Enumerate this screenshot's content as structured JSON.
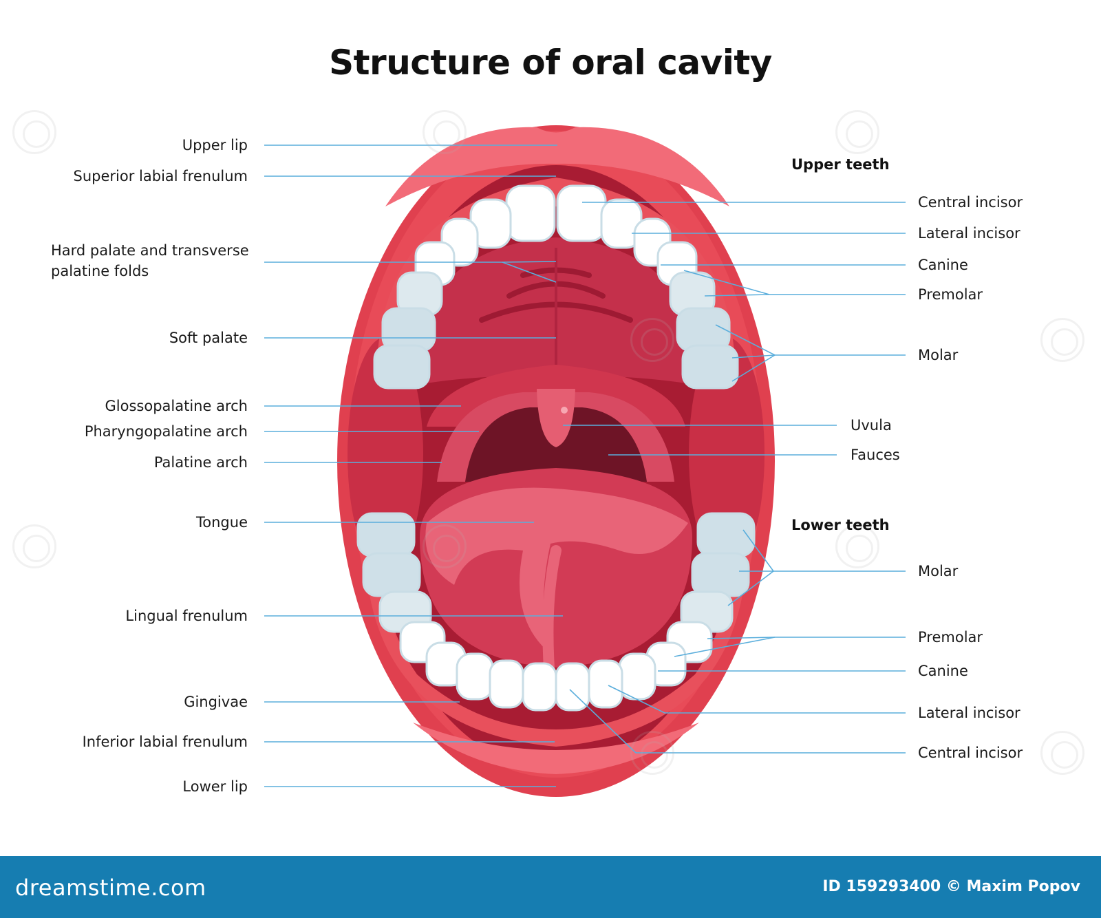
{
  "title": "Structure of oral cavity",
  "left_labels": {
    "upper_lip": "Upper lip",
    "superior_labial_frenulum": "Superior labial frenulum",
    "hard_palate_line1": "Hard palate and transverse",
    "hard_palate_line2": "palatine folds",
    "soft_palate": "Soft palate",
    "glossopalatine_arch": "Glossopalatine arch",
    "pharyngopalatine_arch": "Pharyngopalatine arch",
    "palatine_arch": "Palatine arch",
    "tongue": "Tongue",
    "lingual_frenulum": "Lingual frenulum",
    "gingivae": "Gingivae",
    "inferior_labial_frenulum": "Inferior labial frenulum",
    "lower_lip": "Lower lip"
  },
  "upper_teeth": {
    "heading": "Upper teeth",
    "central_incisor": "Central incisor",
    "lateral_incisor": "Lateral incisor",
    "canine": "Canine",
    "premolar": "Premolar",
    "molar": "Molar"
  },
  "middle_right_labels": {
    "uvula": "Uvula",
    "fauces": "Fauces"
  },
  "lower_teeth": {
    "heading": "Lower teeth",
    "molar": "Molar",
    "premolar": "Premolar",
    "canine": "Canine",
    "lateral_incisor": "Lateral incisor",
    "central_incisor": "Central incisor"
  },
  "footer": {
    "brand": "dreamstime.com",
    "credit": "ID 159293400 © Maxim Popov"
  },
  "colors": {
    "lip": "#e0404f",
    "lip_light": "#f26b78",
    "gum": "#e8505c",
    "mouth_inner": "#b8233c",
    "palate": "#c4304b",
    "throat": "#6e1426",
    "tongue": "#e05b6e",
    "tooth": "#ffffff",
    "tooth_shadow": "#c9dde6",
    "leader_line": "#5aaedc",
    "footer_bg": "#167db1"
  }
}
